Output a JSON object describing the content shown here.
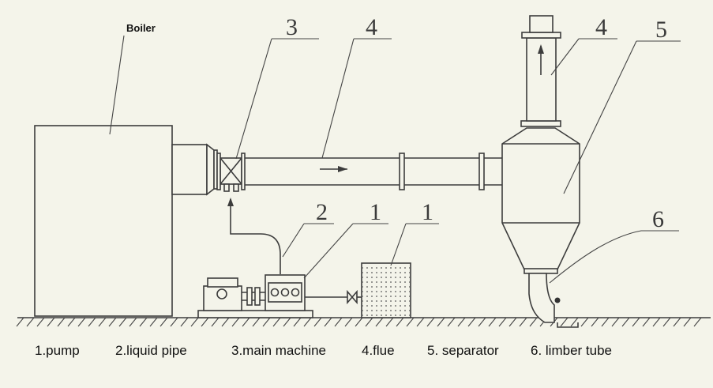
{
  "diagram": {
    "boiler_label": "Boiler",
    "callout_numbers": {
      "damper": "3",
      "flue": "4",
      "stack": "4",
      "separator": "5",
      "liquid_pipe": "2",
      "pump": "1",
      "tank": "1",
      "limber_tube": "6"
    },
    "legend": [
      "1.pump",
      "2.liquid pipe",
      "3.main machine",
      "4.flue",
      "5. separator",
      "6. limber tube"
    ]
  }
}
